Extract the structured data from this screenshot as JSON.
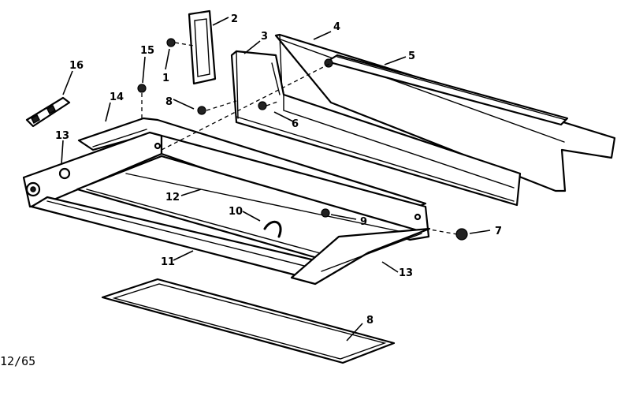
{
  "callouts": {
    "c1": "1",
    "c2": "2",
    "c3": "3",
    "c4": "4",
    "c5": "5",
    "c6": "6",
    "c7": "7",
    "c8a": "8",
    "c8b": "8",
    "c9": "9",
    "c10": "10",
    "c11": "11",
    "c12": "12",
    "c13a": "13",
    "c13b": "13",
    "c14": "14",
    "c15": "15",
    "c16": "16"
  },
  "footer": {
    "code": "12/65"
  }
}
